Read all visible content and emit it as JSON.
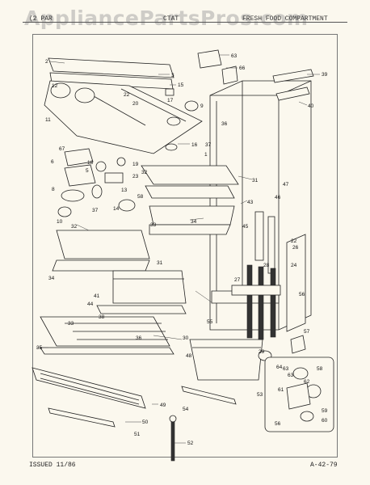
{
  "header": {
    "left": "(2 PAR",
    "center": "CTAT",
    "right": "FRESH FOOD COMPARTMENT"
  },
  "watermark": "AppliancePartsPros.com",
  "footer": {
    "issued": "ISSUED 11/86",
    "code": "A-42-79"
  },
  "callouts": [
    "2",
    "3",
    "15",
    "63",
    "66",
    "39",
    "12",
    "22",
    "20",
    "17",
    "9",
    "11",
    "40",
    "36",
    "16",
    "37",
    "1",
    "67",
    "6",
    "5",
    "18",
    "19",
    "32",
    "31",
    "23",
    "8",
    "47",
    "13",
    "46",
    "58",
    "43",
    "10",
    "14",
    "37",
    "34",
    "45",
    "32",
    "33",
    "22",
    "26",
    "34",
    "31",
    "28",
    "24",
    "27",
    "41",
    "44",
    "56",
    "55",
    "57",
    "38",
    "33",
    "35",
    "36",
    "29",
    "30",
    "48",
    "63",
    "64",
    "63",
    "62",
    "58",
    "61",
    "53",
    "49",
    "50",
    "54",
    "52",
    "51",
    "59",
    "56",
    "60"
  ]
}
